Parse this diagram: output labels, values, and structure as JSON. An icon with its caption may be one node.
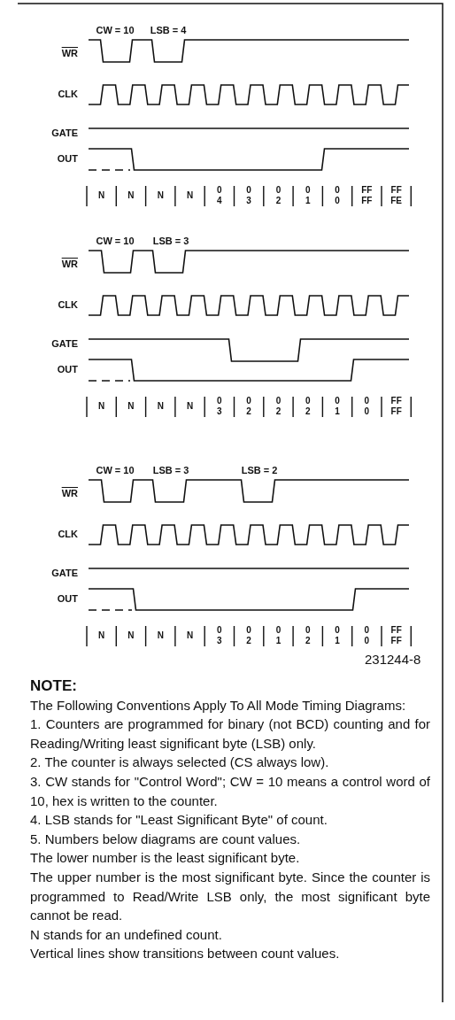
{
  "diagram": {
    "labels": [
      "CW = 10",
      "LSB = 4",
      "WR",
      "CLK",
      "GATE",
      "OUT",
      "N",
      "N",
      "N",
      "N",
      "0 4",
      "0 3",
      "0 2",
      "0 1",
      "0 0",
      "FF FF",
      "FF FE",
      "CW = 10",
      "LSB = 3",
      "WR",
      "CLK",
      "GATE",
      "OUT",
      "N",
      "N",
      "N",
      "N",
      "0 3",
      "0 2",
      "0 2",
      "0 2",
      "0 1",
      "0 0",
      "FF FF",
      "CW = 10",
      "LSB = 3",
      "LSB = 2",
      "WR",
      "CLK",
      "GATE",
      "OUT",
      "N",
      "N",
      "N",
      "N",
      "0 3",
      "0 2",
      "0 1",
      "0 2",
      "0 1",
      "0 0",
      "FF FF",
      "231244-8",
      "NOTE:",
      "The Following Conventions Apply To All Mode Timing Diagrams:",
      "1. Counters are programmed for binary (not BCD) counting and for Reading/Writing least significant byte (LSB) only.",
      "2. The counter is always selected (CS always low).",
      "3. CW stands for \"Control Word\"; CW = 10 means a control word of 10, hex is written to the counter.",
      "4. LSB stands for \"Least Significant Byte\" of count.",
      "5. Numbers below diagrams are count values.",
      "The lower number is the least significant byte.",
      "The upper number is the most significant byte. Since the counter is programmed to Read/Write LSB only, the most significant byte cannot be read.",
      "N stands for an undefined count.",
      "Vertical lines show transitions between count values."
    ]
  }
}
